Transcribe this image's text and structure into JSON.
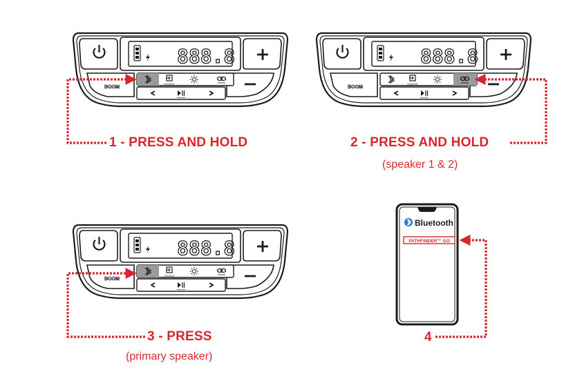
{
  "colors": {
    "accent": "#d8262e",
    "outline": "#1a1a1a",
    "highlight": "#9a9a9a",
    "screen_bg": "#ffffff"
  },
  "panel": {
    "display_text": "888.8",
    "source_label": "SOURCE",
    "boom_label": "BOOM",
    "icons": [
      "power-icon",
      "plus-icon",
      "minus-icon",
      "bluetooth-icon",
      "source-icon",
      "light-icon",
      "link-icon",
      "prev-icon",
      "play-pause-icon",
      "next-icon",
      "battery-icon",
      "charging-icon"
    ]
  },
  "steps": [
    {
      "label": "1 - PRESS AND HOLD",
      "sub": ""
    },
    {
      "label": "2 - PRESS AND HOLD",
      "sub": "(speaker 1 & 2)"
    },
    {
      "label": "3 - PRESS",
      "sub": "(primary speaker)"
    },
    {
      "label": "4",
      "sub": ""
    }
  ],
  "phone": {
    "bluetooth_title": "Bluetooth",
    "device_name": "PATHFINDER™ GO"
  }
}
